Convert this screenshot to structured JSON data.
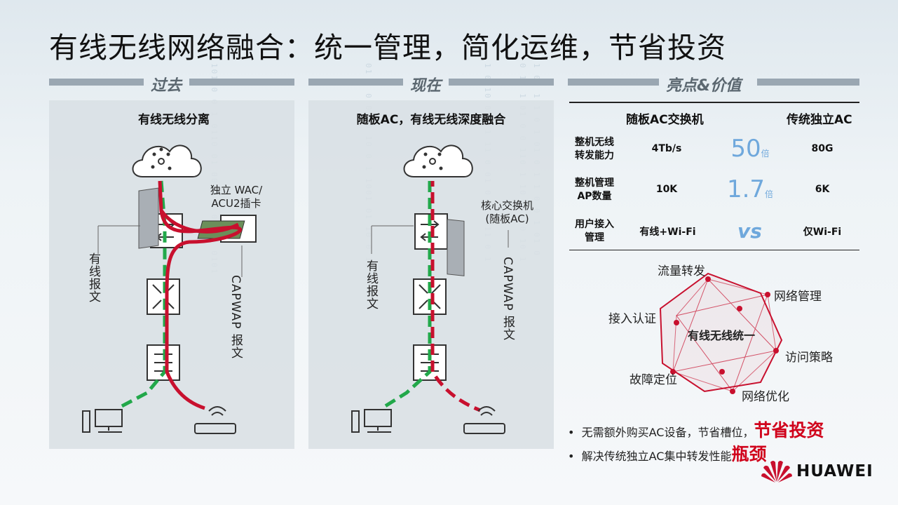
{
  "title": "有线无线网络融合：统一管理，简化运维，节省投资",
  "sections": {
    "past": "过去",
    "now": "现在",
    "value": "亮点&价值"
  },
  "past_panel": {
    "title": "有线无线分离",
    "wac_label_1": "独立 WAC/",
    "wac_label_2": "ACU2插卡",
    "wired_label": "有线报文",
    "capwap_label": "CAPWAP 报文"
  },
  "now_panel": {
    "title": "随板AC，有线无线深度融合",
    "core_label_1": "核心交换机",
    "core_label_2": "(随板AC)",
    "wired_label": "有线报文",
    "capwap_label": "CAPWAP 报文"
  },
  "comparison": {
    "col1": "随板AC交换机",
    "col2": "传统独立AC",
    "rows": [
      {
        "label_1": "整机无线",
        "label_2": "转发能力",
        "a": "4Tb/s",
        "ratio": "50",
        "unit": "倍",
        "b": "80G"
      },
      {
        "label_1": "整机管理",
        "label_2": "AP数量",
        "a": "10K",
        "ratio": "1.7",
        "unit": "倍",
        "b": "6K"
      },
      {
        "label_1": "用户接入",
        "label_2": "管理",
        "a": "有线+Wi-Fi",
        "ratio": "vs",
        "unit": "",
        "b": "仅Wi-Fi"
      }
    ]
  },
  "radar": {
    "center": "有线无线统一",
    "labels": [
      "流量转发",
      "网络管理",
      "访问策略",
      "网络优化",
      "故障定位",
      "接入认证"
    ]
  },
  "bullets": [
    {
      "text": "无需额外购买AC设备，节省槽位，",
      "highlight": "节省投资"
    },
    {
      "text": "解决传统独立AC集中转发性能",
      "highlight": "瓶颈"
    }
  ],
  "brand": "HUAWEI",
  "colors": {
    "accent_red": "#d0021b",
    "accent_blue": "#6fa8dc",
    "wired_green": "#22a84a",
    "capwap_red": "#c8102e"
  }
}
